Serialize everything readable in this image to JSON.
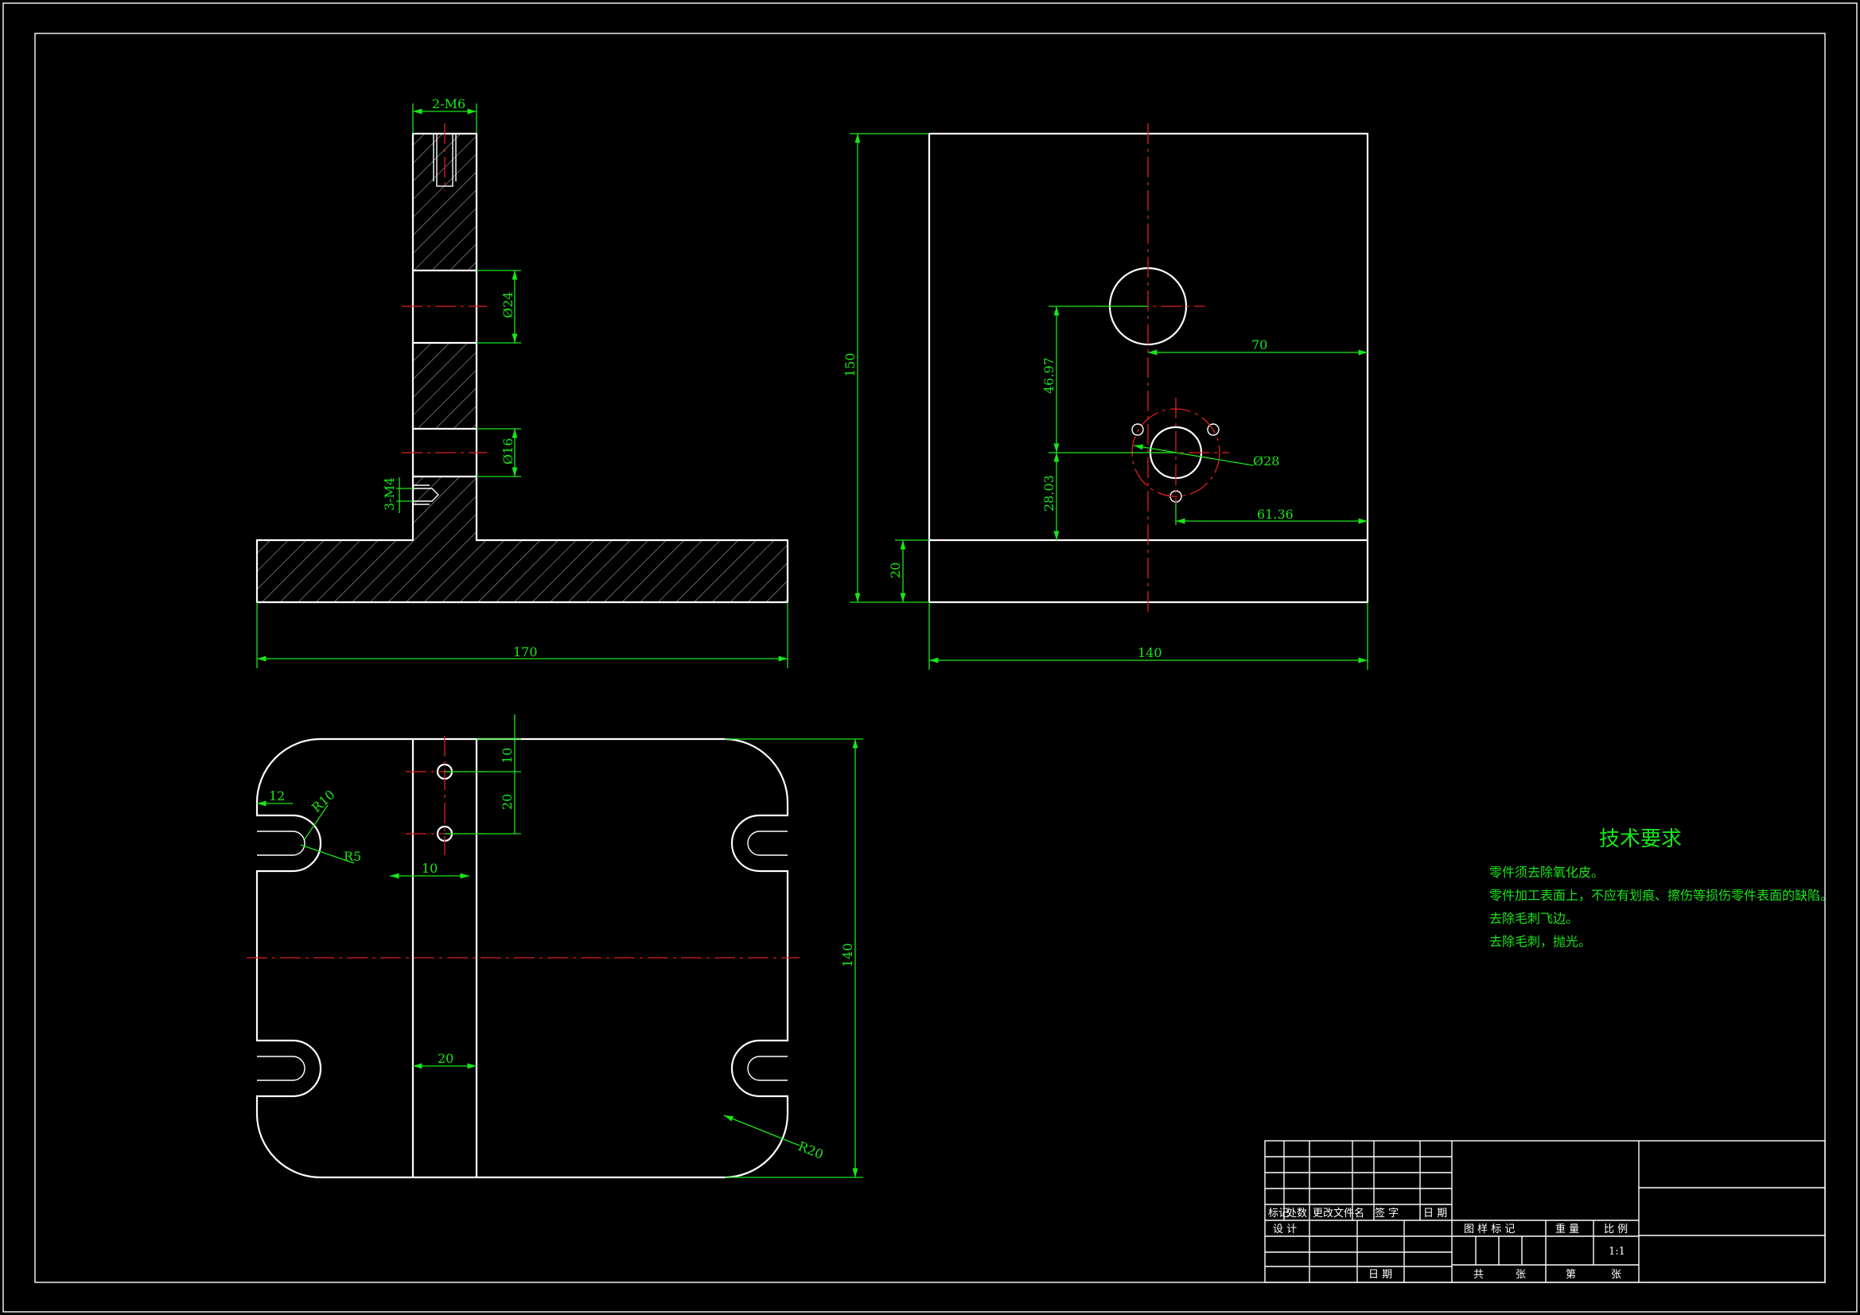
{
  "dimensions": {
    "front_thread_top": "2-M6",
    "front_hole_upper": "Ø24",
    "front_hole_lower": "Ø16",
    "front_thread_side": "3-M4",
    "front_width": "170",
    "side_height": "150",
    "side_base": "20",
    "side_upper_hole_v": "46.97",
    "side_lower_hole_v": "28.03",
    "side_upper_hole_h": "70",
    "side_lower_hole_h": "61.36",
    "side_pcd": "Ø28",
    "side_width": "140",
    "top_slot_offset": "12",
    "top_slot_r_outer": "R10",
    "top_slot_r_inner": "R5",
    "top_hole_spacing_1": "10",
    "top_hole_spacing_2": "20",
    "top_rib_offset": "10",
    "top_rib_width": "20",
    "top_height": "140",
    "top_corner_radius": "R20"
  },
  "tech_requirements": {
    "title": "技术要求",
    "lines": [
      "零件须去除氧化皮。",
      "零件加工表面上，不应有划痕、擦伤等损伤零件表面的缺陷。",
      "去除毛刺飞边。",
      "去除毛刺，抛光。"
    ]
  },
  "title_block": {
    "mark": "标记",
    "count": "处数",
    "change_doc": "更改文件名",
    "signature": "签 字",
    "date": "日 期",
    "design": "设 计",
    "date2": "日 期",
    "stage_mark": "图 样 标 记",
    "weight": "重 量",
    "scale_label": "比 例",
    "scale_value": "1:1",
    "total": "共",
    "sheets": "张",
    "sheet_no": "第",
    "sheet_unit": "张"
  },
  "colors": {
    "background": "#000000",
    "outline": "#ffffff",
    "dimension": "#19e619",
    "centerline": "#e0201c"
  }
}
